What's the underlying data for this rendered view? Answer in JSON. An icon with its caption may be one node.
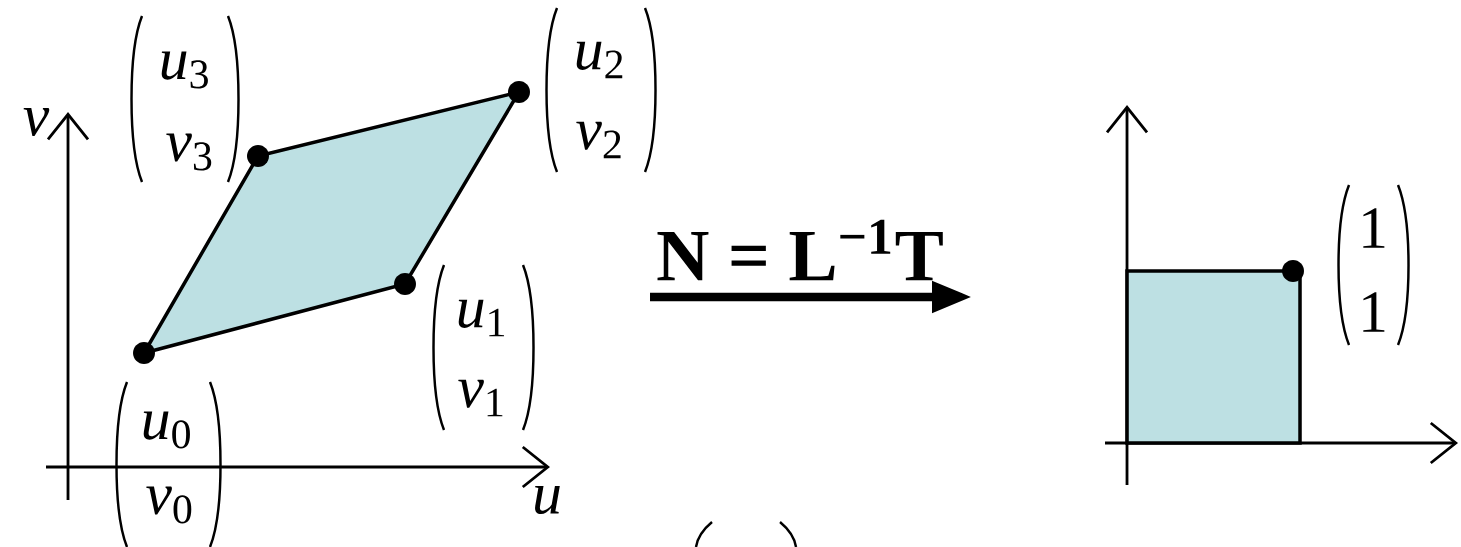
{
  "diagram": {
    "labels": [
      "*u*$_{3}$",
      "*v*$_{3}$",
      "*u*$_{2}$",
      "*v*$_{2}$",
      "v",
      "N = L$^{−1}$T",
      "*u*$_{1}$",
      "1",
      "*v*$_{1}$",
      "1",
      "*u*$_{0}$",
      "*v*$_{0}$",
      "u"
    ]
  }
}
